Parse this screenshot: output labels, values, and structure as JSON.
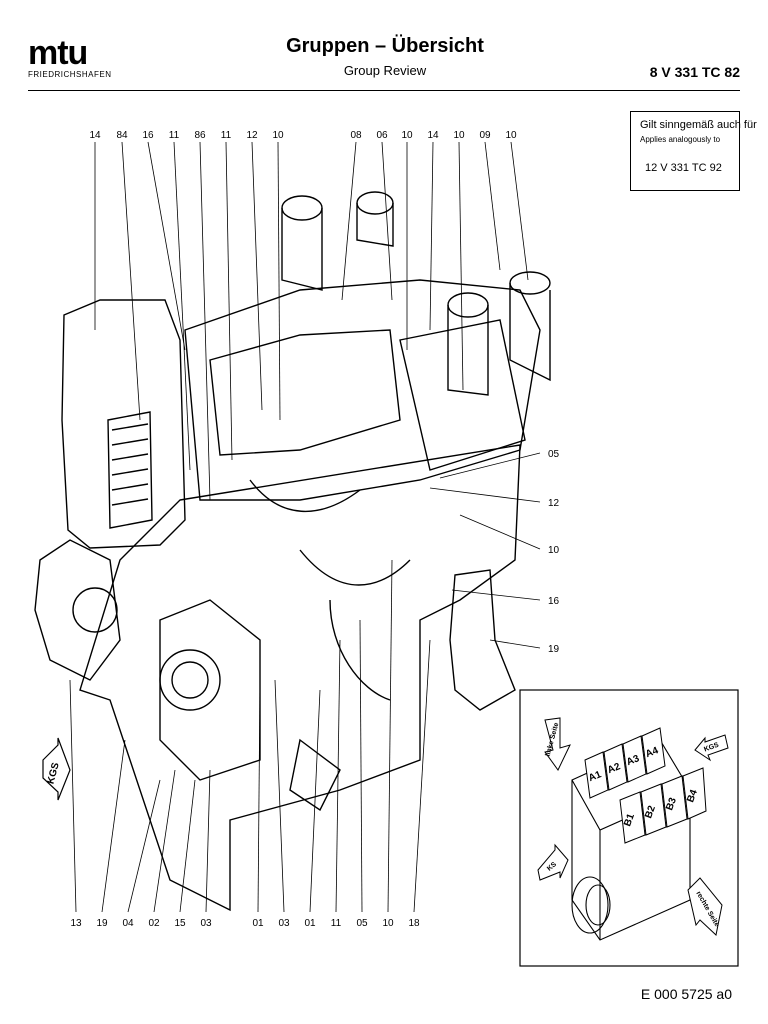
{
  "header": {
    "logo_word": "mtu",
    "logo_sub": "FRIEDRICHSHAFEN",
    "title": "Gruppen – Übersicht",
    "subtitle": "Group Review",
    "model": "8 V 331 TC 82"
  },
  "note": {
    "german": "Gilt sinngemäß auch für",
    "english": "Applies analogously to",
    "model": "12 V 331 TC 92"
  },
  "callouts_top": [
    "14",
    "84",
    "16",
    "11",
    "86",
    "11",
    "12",
    "10",
    "08",
    "06",
    "10",
    "14",
    "10",
    "09",
    "10"
  ],
  "callouts_right": [
    "05",
    "12",
    "10",
    "16",
    "19"
  ],
  "callouts_bottom": [
    "13",
    "19",
    "04",
    "02",
    "15",
    "03",
    "01",
    "03",
    "01",
    "11",
    "05",
    "10",
    "18"
  ],
  "inset": {
    "row_a": [
      "A1",
      "A2",
      "A3",
      "A4"
    ],
    "row_b": [
      "B1",
      "B2",
      "B3",
      "B4"
    ],
    "arrow_kgs": "KGS",
    "arrow_ks": "KS",
    "arrow_left": "linke Seite",
    "arrow_right": "rechte Seite"
  },
  "side_arrow": "KGS",
  "doc_id": "E 000 5725 a0"
}
